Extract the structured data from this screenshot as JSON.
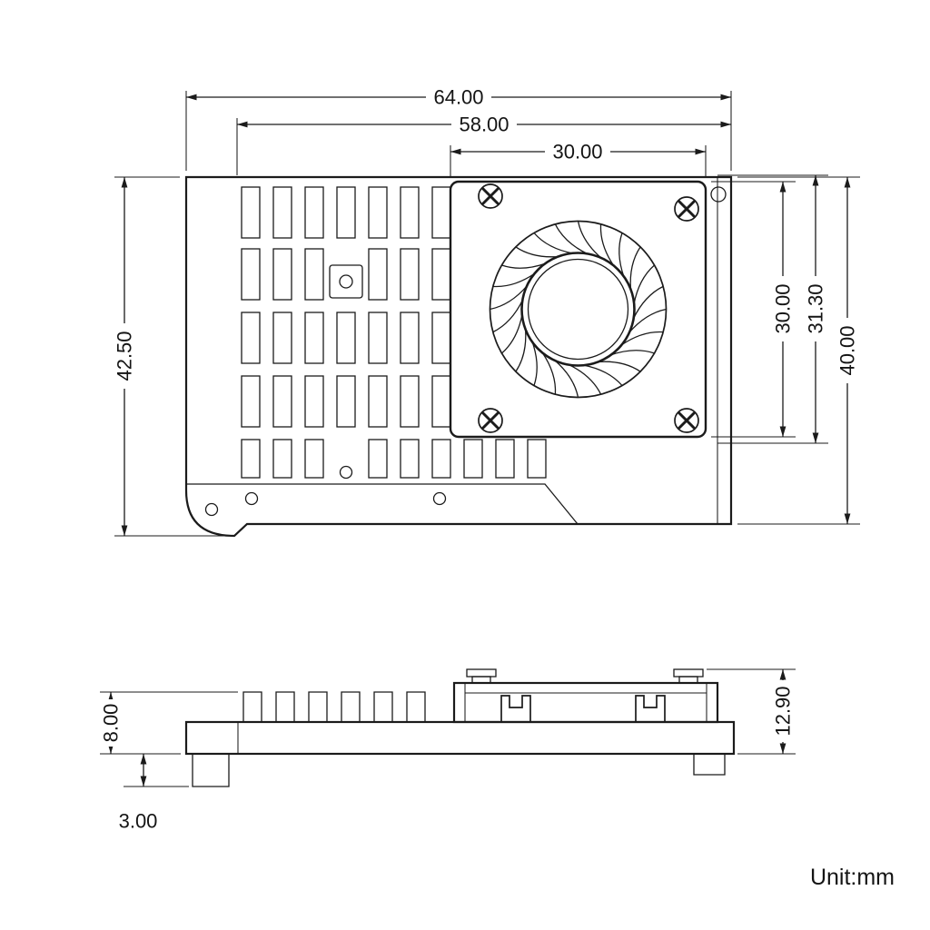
{
  "drawing": {
    "unit_label": "Unit:mm",
    "colors": {
      "ink": "#1b1b1b",
      "background": "#ffffff"
    },
    "top_view": {
      "overall_width": "64.00",
      "fin_area_width": "58.00",
      "fan_width": "30.00",
      "overall_height": "42.50",
      "fan_height": "30.00",
      "fan_bracket_height": "31.30",
      "body_height": "40.00"
    },
    "side_view": {
      "overall_thickness": "12.90",
      "heatsink_thickness": "8.00",
      "standoff_height": "3.00"
    }
  }
}
